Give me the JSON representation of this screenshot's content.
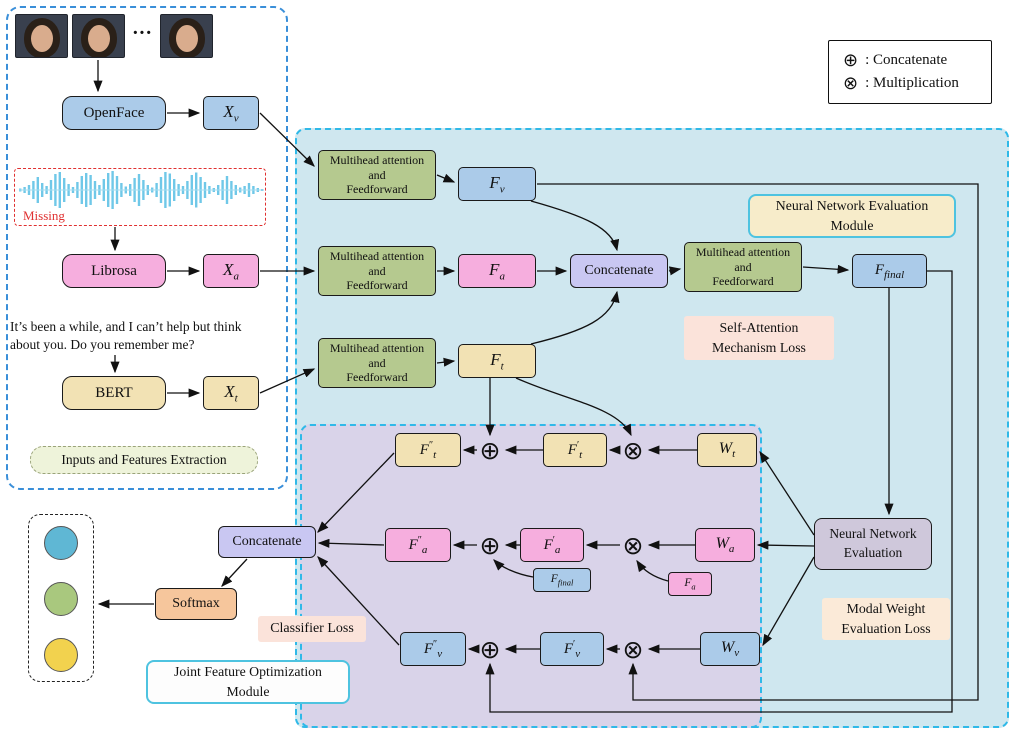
{
  "legend": {
    "items": [
      {
        "symbol": "⊕",
        "label": ": Concatenate"
      },
      {
        "symbol": "⊗",
        "label": ": Multiplication"
      }
    ]
  },
  "left_panel": {
    "dots": "···",
    "openface_label": "OpenFace",
    "xv": {
      "base": "X",
      "sub": "v"
    },
    "missing_label": "Missing",
    "librosa_label": "Librosa",
    "xa": {
      "base": "X",
      "sub": "a"
    },
    "text_sample": "It’s been a while, and I can’t help but think\nabout you. Do you remember me?",
    "bert_label": "BERT",
    "xt": {
      "base": "X",
      "sub": "t"
    },
    "caption": "Inputs and Features Extraction"
  },
  "attention_module": {
    "mha_v": "Multihead attention\nand\nFeedforward",
    "mha_a": "Multihead attention\nand\nFeedforward",
    "mha_t": "Multihead attention\nand\nFeedforward",
    "mha_final": "Multihead attention\nand\nFeedforward",
    "fv": {
      "base": "F",
      "sub": "v"
    },
    "fa": {
      "base": "F",
      "sub": "a"
    },
    "ft": {
      "base": "F",
      "sub": "t"
    },
    "concatenate_label": "Concatenate",
    "f_final": {
      "base": "F",
      "sub": "final"
    },
    "module_label": "Neural Network Evaluation\nModule",
    "loss_label": "Self-Attention\nMechanism Loss"
  },
  "evaluation_module": {
    "nne_label": "Neural Network\nEvaluation",
    "loss_label": "Modal Weight\nEvaluation Loss",
    "wt": {
      "base": "W",
      "sub": "t"
    },
    "wa": {
      "base": "W",
      "sub": "a"
    },
    "wv": {
      "base": "W",
      "sub": "v"
    }
  },
  "fusion_module": {
    "plus": "⊕",
    "times": "⊗",
    "ft_dp": {
      "base": "F",
      "prime": "″",
      "sub": "t"
    },
    "ft_p": {
      "base": "F",
      "prime": "′",
      "sub": "t"
    },
    "fa_dp": {
      "base": "F",
      "prime": "″",
      "sub": "a"
    },
    "fa_p": {
      "base": "F",
      "prime": "′",
      "sub": "a"
    },
    "fv_dp": {
      "base": "F",
      "prime": "″",
      "sub": "v"
    },
    "fv_p": {
      "base": "F",
      "prime": "′",
      "sub": "v"
    },
    "small_f_final": {
      "base": "F",
      "sub": "final"
    },
    "small_fa": {
      "base": "F",
      "sub": "a"
    },
    "concatenate_label": "Concatenate",
    "softmax_label": "Softmax",
    "classifier_loss_label": "Classifier Loss",
    "module_label": "Joint Feature Optimization\nModule"
  },
  "colors": {
    "visual_box": "#abcbe9",
    "audio_box": "#f6aede",
    "text_box": "#f2e2b4",
    "attention_box": "#b5c98f",
    "concatenate_box": "#c9c7f2",
    "softmax_box": "#f6c69c",
    "nne_box": "#cfc8db",
    "region_blue": "#cfe7ef",
    "region_purple": "#d9d3e9",
    "region_border": "#2fb9e8",
    "missing_text": "#e03030",
    "output_circles": [
      "#5fb7d4",
      "#a9c87e",
      "#f2d24e"
    ]
  }
}
